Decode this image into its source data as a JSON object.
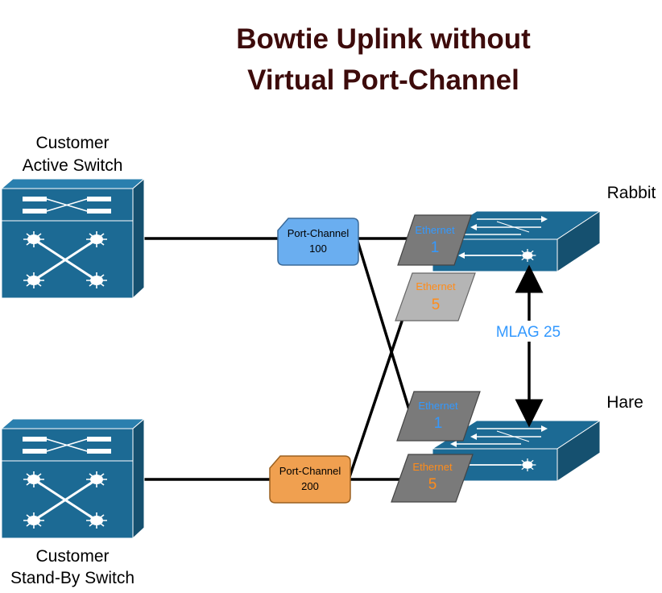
{
  "title": {
    "line1": "Bowtie Uplink without",
    "line2": "Virtual Port-Channel"
  },
  "customer_active": {
    "line1": "Customer",
    "line2": "Active Switch",
    "icon": "multilayer-switch-icon"
  },
  "customer_standby": {
    "line1": "Customer",
    "line2": "Stand-By Switch",
    "icon": "multilayer-switch-icon"
  },
  "rabbit": {
    "name": "Rabbit",
    "icon": "layer3-switch-icon"
  },
  "hare": {
    "name": "Hare",
    "icon": "layer3-switch-icon"
  },
  "port_channel_100": {
    "label": "Port-Channel",
    "number": "100",
    "color": "#6aaef0"
  },
  "port_channel_200": {
    "label": "Port-Channel",
    "number": "200",
    "color": "#f0a050"
  },
  "rabbit_eth1": {
    "label": "Ethernet",
    "number": "1",
    "fill": "#7a7a7a",
    "text_color": "#3399ff"
  },
  "rabbit_eth5": {
    "label": "Ethernet",
    "number": "5",
    "fill": "#b5b5b5",
    "text_color": "#ff8c1a"
  },
  "hare_eth1": {
    "label": "Ethernet",
    "number": "1",
    "fill": "#7a7a7a",
    "text_color": "#3399ff"
  },
  "hare_eth5": {
    "label": "Ethernet",
    "number": "5",
    "fill": "#7a7a7a",
    "text_color": "#ff8c1a"
  },
  "mlag": {
    "label": "MLAG 25"
  },
  "colors": {
    "switch": "#1c6a94",
    "switch_dark": "#15506f",
    "title": "#3d0b0b"
  }
}
